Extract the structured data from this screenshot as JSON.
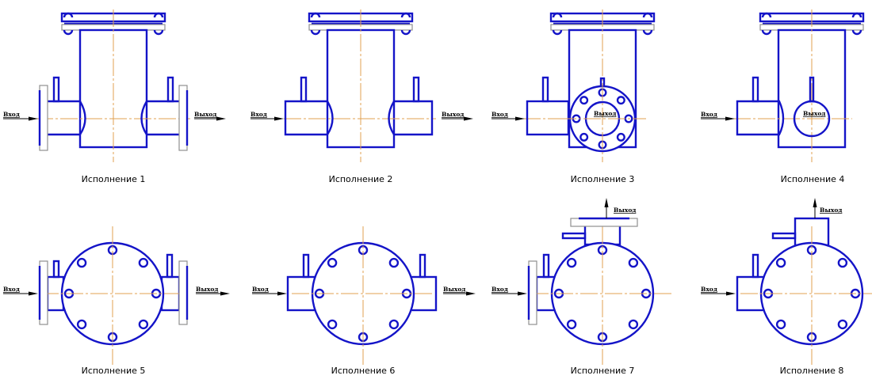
{
  "colors": {
    "line": "#1414c8",
    "axis": "#e0a050",
    "flange": "#909090",
    "arrow": "#000000"
  },
  "inlet_label": "Вход",
  "outlet_label": "Выход",
  "variants": [
    {
      "caption": "Исполнение 1"
    },
    {
      "caption": "Исполнение 2"
    },
    {
      "caption": "Исполнение 3"
    },
    {
      "caption": "Исполнение 4"
    },
    {
      "caption": "Исполнение 5"
    },
    {
      "caption": "Исполнение 6"
    },
    {
      "caption": "Исполнение 7"
    },
    {
      "caption": "Исполнение 8"
    }
  ]
}
